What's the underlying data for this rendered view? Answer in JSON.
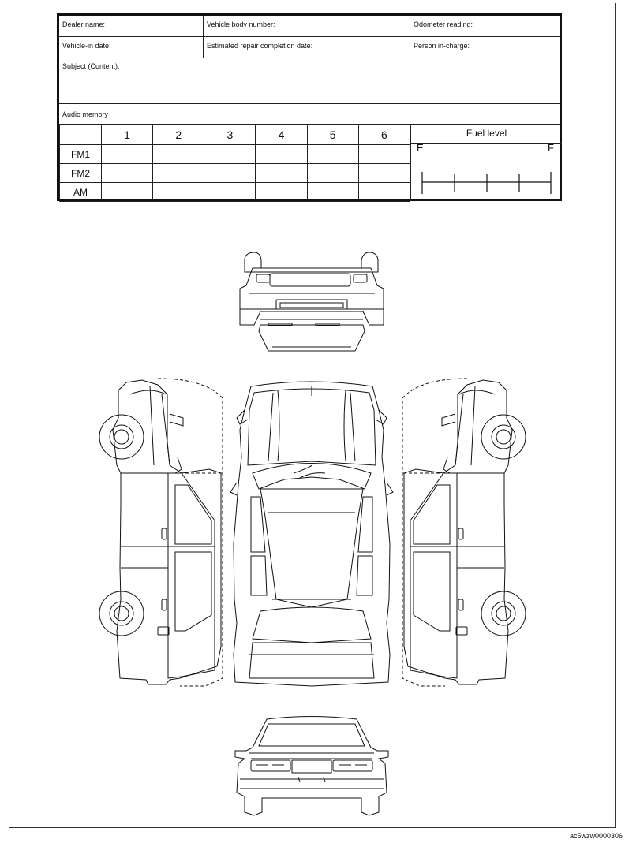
{
  "form": {
    "dealer_name_label": "Dealer name:",
    "vehicle_body_number_label": "Vehicle body number:",
    "odometer_reading_label": "Odometer reading:",
    "vehicle_in_date_label": "Vehicle-in date:",
    "estimated_repair_completion_label": "Estimated repair completion date:",
    "person_in_charge_label": "Person in-charge:",
    "subject_label": "Subject (Content):",
    "audio_memory_label": "Audio memory"
  },
  "audio_memory": {
    "columns": [
      "1",
      "2",
      "3",
      "4",
      "5",
      "6"
    ],
    "rows": [
      "FM1",
      "FM2",
      "AM"
    ]
  },
  "fuel": {
    "title": "Fuel level",
    "empty_label": "E",
    "full_label": "F"
  },
  "diagrams": {
    "front_view_icon": "car-front-view",
    "top_view_icon": "car-top-view",
    "left_side_icon": "car-left-side-view",
    "right_side_icon": "car-right-side-view",
    "rear_view_icon": "car-rear-view"
  },
  "footer": {
    "code": "ac5wzw0000306"
  }
}
